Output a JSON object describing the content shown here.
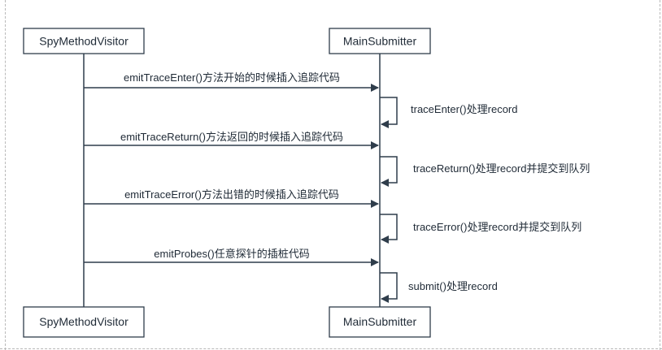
{
  "participants": {
    "left": "SpyMethodVisitor",
    "right": "MainSubmitter"
  },
  "messages": [
    {
      "label": "emitTraceEnter()方法开始的时候插入追踪代码",
      "self_label": "traceEnter()处理record"
    },
    {
      "label": "emitTraceReturn()方法返回的时候插入追踪代码",
      "self_label": "traceReturn()处理record并提交到队列"
    },
    {
      "label": "emitTraceError()方法出错的时候插入追踪代码",
      "self_label": "traceError()处理record并提交到队列"
    },
    {
      "label": "emitProbes()任意探针的插桩代码",
      "self_label": "submit()处理record"
    }
  ],
  "colors": {
    "line": "#2f3d4b",
    "text": "#1f2a36",
    "border": "#b9b9b9"
  }
}
